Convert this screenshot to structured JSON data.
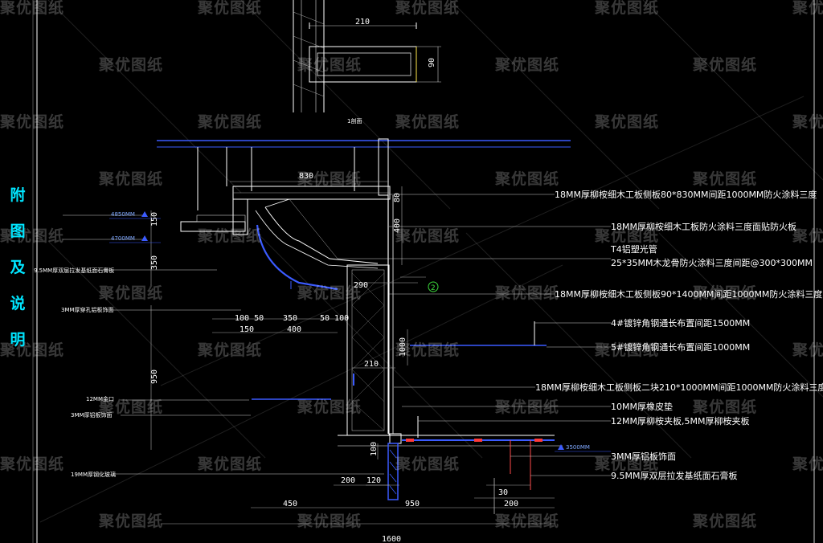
{
  "side_title": [
    "附",
    "图",
    "及",
    "说",
    "明"
  ],
  "watermark": "聚优图纸",
  "detail_label": "1剖面",
  "top_dims": {
    "width": "210",
    "height": "90"
  },
  "annotations": [
    "18MM厚柳桉细木工板侧板80*830MM间距1000MM防火涂料三度",
    "18MM厚柳桉细木工板防火涂料三度面贴防火板",
    "T4铝塑光管",
    "25*35MM木龙骨防火涂料三度间距@300*300MM",
    "18MM厚柳桉细木工板侧板90*1400MM间距1000MM防火涂料三度",
    "4#镀锌角钢通长布置间距1500MM",
    "5#镀锌角钢通长布置间距1000MM",
    "18MM厚柳桉细木工板侧板二块210*1000MM间距1000MM防火涂料三度",
    "10MM厚橡皮垫",
    "12MM厚柳桉夹板,5MM厚柳桉夹板",
    "3MM厚铝板饰面",
    "9.5MM厚双层拉发基纸面石膏板"
  ],
  "left_notes": [
    "9.5MM厚双层拉发基纸面石膏板",
    "3MM厚穿孔铝板饰面",
    "12MM金口",
    "3MM厚铝板饰面",
    "19MM厚钢化玻璃"
  ],
  "levels": [
    "4850MM",
    "4700MM",
    "3500MM"
  ],
  "grid_bubble": "2",
  "dims": {
    "d830": "830",
    "d80": "80",
    "d400": "400",
    "d150": "150",
    "d350": "350",
    "d290": "290",
    "d100_50": "100 50",
    "d350b": "350",
    "d50_100": "50 100",
    "d150b": "150",
    "d400b": "400",
    "d1000": "1000",
    "d210": "210",
    "d950": "950",
    "d100": "100",
    "d200": "200",
    "d120": "120",
    "d30": "30",
    "d450": "450",
    "d950b": "950",
    "d200b": "200",
    "d1600": "1600"
  }
}
